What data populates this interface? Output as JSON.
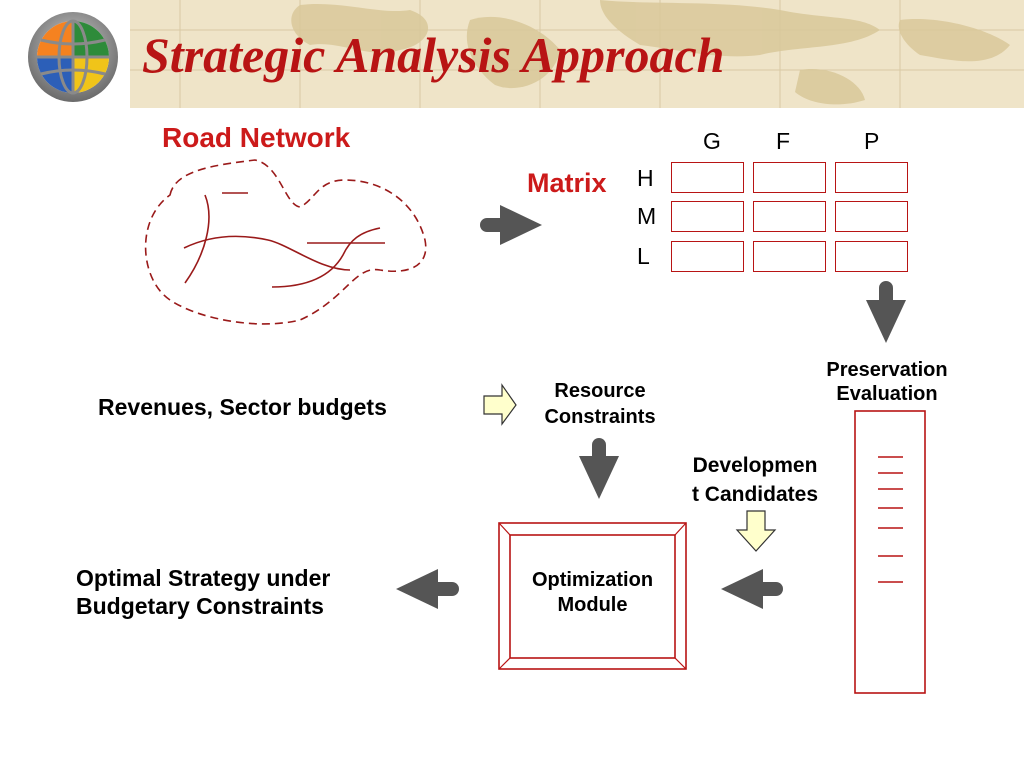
{
  "title": "Strategic Analysis Approach",
  "road_network_label": "Road Network",
  "matrix": {
    "label": "Matrix",
    "columns": [
      "G",
      "F",
      "P"
    ],
    "rows": [
      "H",
      "M",
      "L"
    ]
  },
  "preservation": {
    "line1": "Preservation",
    "line2": "Evaluation"
  },
  "revenues_label": "Revenues, Sector budgets",
  "resource": {
    "line1": "Resource",
    "line2": "Constraints"
  },
  "development": {
    "line1": "Developmen",
    "line2": "t Candidates"
  },
  "optimization": {
    "line1": "Optimization",
    "line2": "Module"
  },
  "optimal": {
    "line1": "Optimal Strategy under",
    "line2": "Budgetary Constraints"
  },
  "icons": [
    "globe-logo-icon",
    "world-map-background",
    "block-arrow-icon"
  ],
  "colors": {
    "title": "#b81414",
    "heading": "#cc1a1a",
    "matrix_border": "#b81414",
    "road_line": "#9a1a1a",
    "dark_arrow": "#555555",
    "light_arrow_fill": "#ffffcc",
    "header_bg": "#efe4c8"
  }
}
